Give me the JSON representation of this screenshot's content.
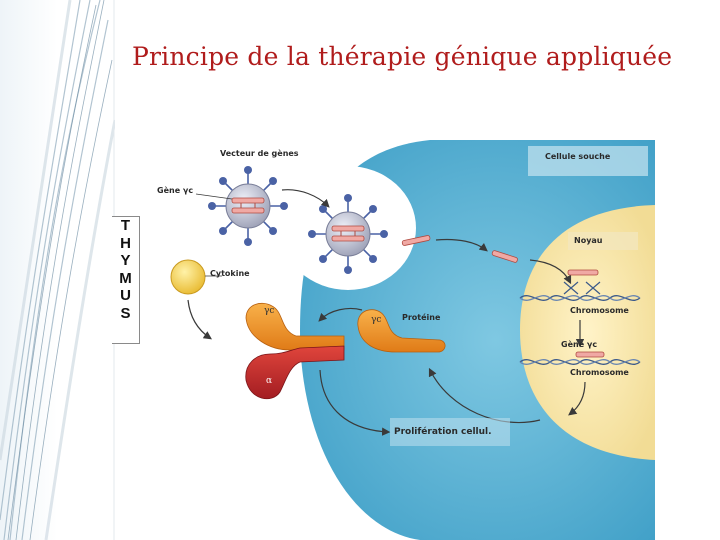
{
  "slide": {
    "title": "Principe de la thérapie génique appliquée"
  },
  "thymus": {
    "letters": [
      "T",
      "H",
      "Y",
      "M",
      "U",
      "S"
    ]
  },
  "labels": {
    "vecteur": "Vecteur de gènes",
    "gene_yc_left": "Gène γc",
    "cellule_souche": "Cellule souche",
    "noyau": "Noyau",
    "cytokine": "Cytokine",
    "proteine": "Protéine",
    "chromosome_1": "Chromosome",
    "gene_yc_right": "Gène γc",
    "chromosome_2": "Chromosome",
    "proliferation": "Prolifération cellul.",
    "gamma_c_1": "γc",
    "gamma_c_2": "γc",
    "alpha": "α"
  },
  "colors": {
    "title": "#b01c1c",
    "cell": "#5fb6d6",
    "nucleus": "#f7e7b0",
    "receptor_yc": "#f0922a",
    "receptor_alpha": "#c0262a",
    "virus_body": "#b7b9c8",
    "virus_spike": "#4a62a5",
    "cytokine": "#f6d35c"
  }
}
